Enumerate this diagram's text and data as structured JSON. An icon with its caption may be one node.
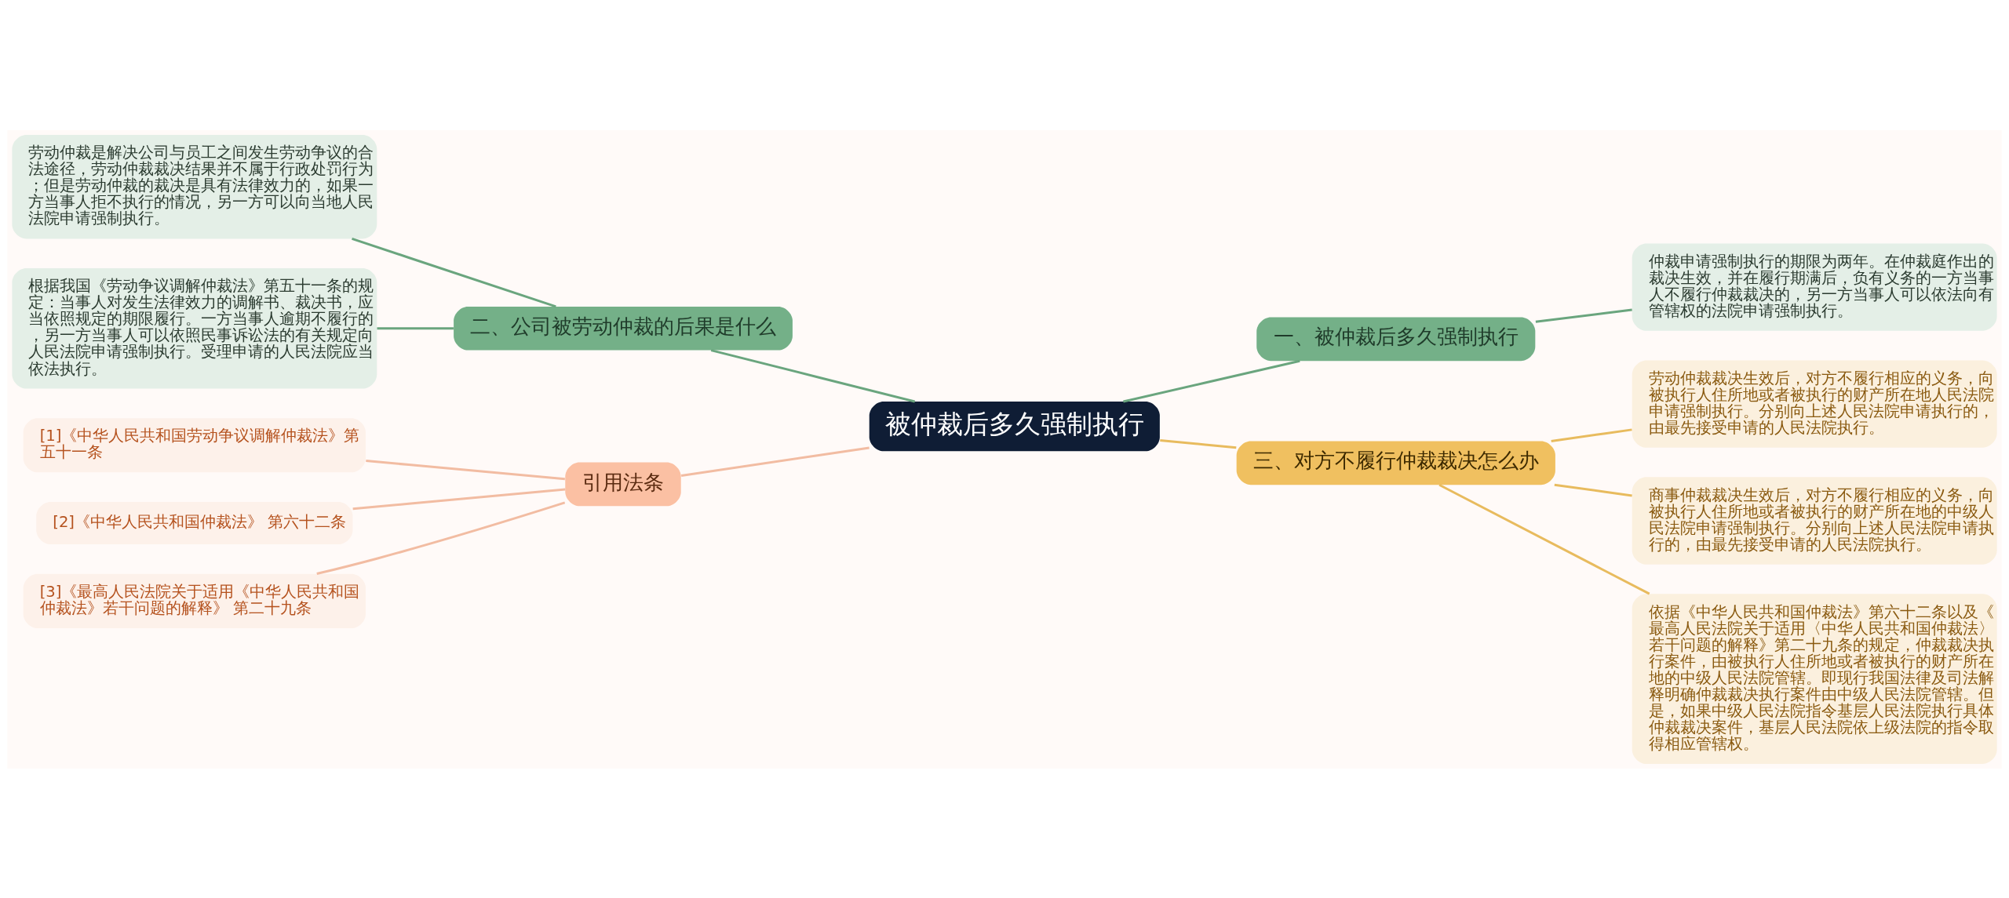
{
  "diagram": {
    "nodes": [
      {
        "text": [
          "被仲裁后多久强制执行"
        ]
      },
      {
        "text": [
          "一、被仲裁后多久强制执行"
        ]
      },
      {
        "text": [
          "仲裁申请强制执行的期限为两年。在仲裁庭作出的裁决生效，并在履行期满后，负有义务的一方当事人不履行仲裁裁决的，另一方当事人可以依法向有管辖权的法院申请强制执行。"
        ]
      },
      {
        "text": [
          "二、公司被劳动仲裁的后果是什么"
        ]
      },
      {
        "text": [
          "劳动仲裁是解决公司与员工之间发生劳动争议的合法途径，劳动仲裁裁决结果并不属于行政处罚行为；但是劳动仲裁的裁决是具有法律效力的，如果一方当事人拒不执行的情况，另一方可以向当地人民法院申请强制执行。"
        ]
      },
      {
        "text": [
          "根据我国《劳动争议调解仲裁法》第五十一条的规定：当事人对发生法律效力的调解书、裁决书，应当依照规定的期限履行。一方当事人逾期不履行的，另一方当事人可以依照民事诉讼法的有关规定向人民法院申请强制执行。受理申请的人民法院应当依法执行。"
        ]
      },
      {
        "text": [
          "三、对方不履行仲裁裁决怎么办"
        ]
      },
      {
        "text": [
          "劳动仲裁裁决生效后，对方不履行相应的义务，向被执行人住所地或者被执行的财产所在地人民法院申请强制执行。分别向上述人民法院申请执行的，由最先接受申请的人民法院执行。"
        ]
      },
      {
        "text": [
          "商事仲裁裁决生效后，对方不履行相应的义务，向被执行人住所地或者被执行的财产所在地的中级人民法院申请强制执行。分别向上述人民法院申请执行的，由最先接受申请的人民法院执行。"
        ]
      },
      {
        "text": [
          "依据《中华人民共和国仲裁法》第六十二条以及《最高人民法院关于适用〈中华人民共和国仲裁法〉若干问题的解释》第二十九条的规定，仲裁裁决执行案件，由被执行人住所地或者被执行的财产所在地的中级人民法院管辖。即现行我国法律及司法解释明确仲裁裁决执行案件由中级人民法院管辖。但是，如果中级人民法院指令基层人民法院执行具体仲裁裁决案件，基层人民法院依上级法院的指令取得相应管辖权。"
        ]
      },
      {
        "text": [
          "引用法条"
        ]
      },
      {
        "text": [
          "[1]《中华人民共和国劳动争议调解仲裁法》第五十一条"
        ]
      },
      {
        "text": [
          "[2]《中华人民共和国仲裁法》 第六十二条"
        ]
      },
      {
        "text": [
          "[3]《最高人民法院关于适用《中华人民共和国仲裁法》若干问题的解释》 第二十九条"
        ]
      }
    ],
    "edges": [
      {
        "from": 0,
        "to": 1,
        "arrow": "none"
      },
      {
        "from": 1,
        "to": 2,
        "arrow": "none"
      },
      {
        "from": 0,
        "to": 3,
        "arrow": "none"
      },
      {
        "from": 3,
        "to": 4,
        "arrow": "none"
      },
      {
        "from": 3,
        "to": 5,
        "arrow": "none"
      },
      {
        "from": 0,
        "to": 6,
        "arrow": "none",
        "color": "#e8bb5e"
      },
      {
        "from": 6,
        "to": 7,
        "arrow": "none",
        "color": "#e8bb5e"
      },
      {
        "from": 6,
        "to": 8,
        "arrow": "none",
        "color": "#e8bb5e"
      },
      {
        "from": 6,
        "to": 9,
        "arrow": "none",
        "color": "#e8bb5e"
      },
      {
        "from": 0,
        "to": 10,
        "arrow": "none",
        "color": "#f2bca2"
      },
      {
        "from": 10,
        "to": 11,
        "arrow": "none",
        "color": "#f2bca2"
      },
      {
        "from": 10,
        "to": 12,
        "arrow": "none",
        "color": "#f2bca2"
      },
      {
        "from": 10,
        "to": 13,
        "arrow": "none",
        "color": "#f2bca2"
      }
    ]
  }
}
